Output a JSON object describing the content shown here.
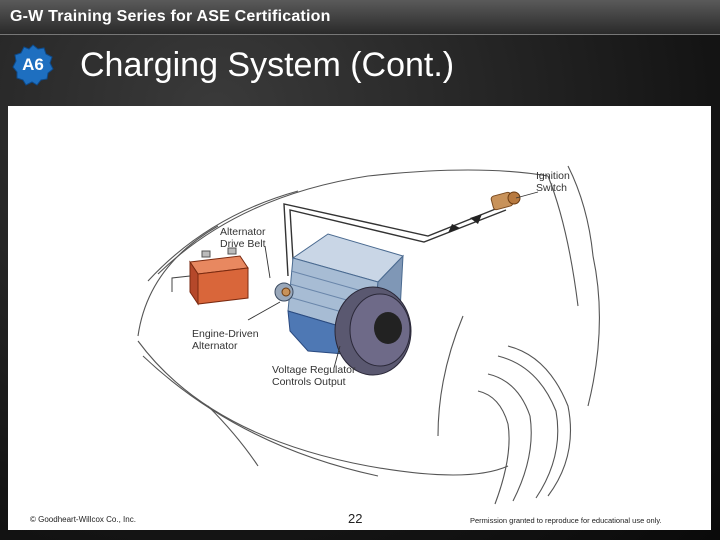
{
  "header": {
    "series_title": "G-W Training Series for ASE Certification",
    "badge": "A6",
    "slide_title": "Charging System (Cont.)"
  },
  "diagram": {
    "labels": {
      "ignition_switch": "Ignition\nSwitch",
      "alternator_drive_belt": "Alternator\nDrive Belt",
      "engine_driven_alternator": "Engine-Driven\nAlternator",
      "voltage_regulator": "Voltage Regulator\nControls Output"
    }
  },
  "footer": {
    "copyright": "© Goodheart-Willcox Co., Inc.",
    "page_number": "22",
    "permission": "Permission granted to reproduce for educational use only."
  },
  "colors": {
    "badge_blue": "#1e6fc0",
    "alternator_blue": "#4e78b4",
    "battery_orange": "#d9663a",
    "ignition_switch": "#c8925a"
  }
}
